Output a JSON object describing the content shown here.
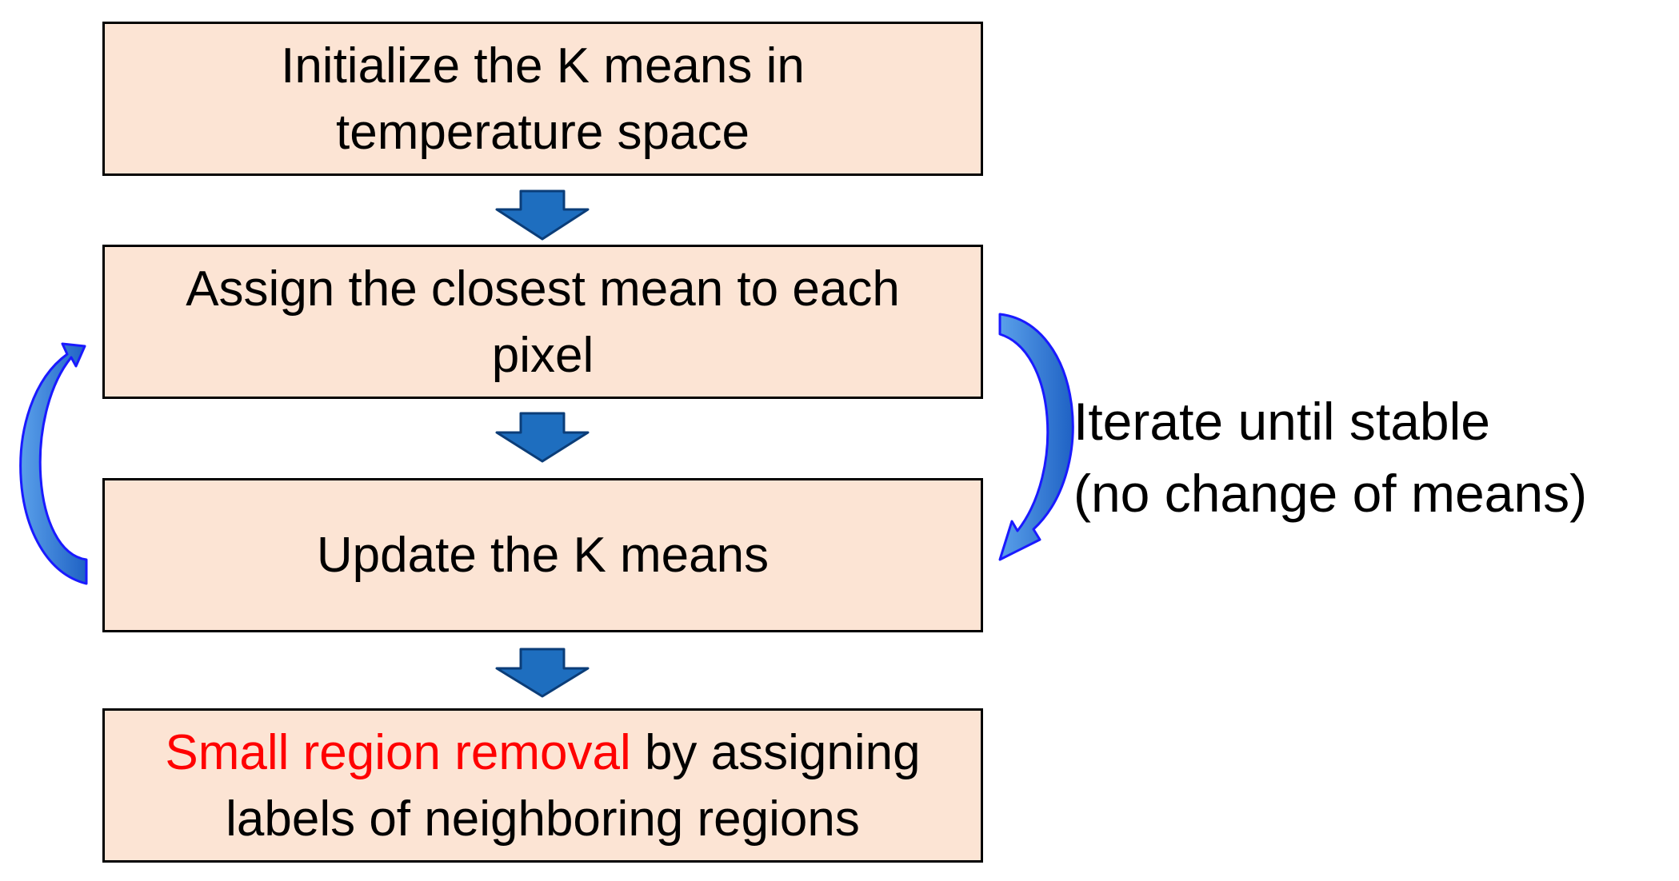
{
  "diagram": {
    "steps": [
      {
        "id": "initialize",
        "line1": "Initialize the K means in",
        "line2": "temperature space"
      },
      {
        "id": "assign",
        "line1": "Assign the closest mean to each",
        "line2": "pixel"
      },
      {
        "id": "update",
        "line1": "Update the K means"
      },
      {
        "id": "removal",
        "line1_highlight": "Small region removal",
        "line1_rest": " by assigning",
        "line2": "labels of neighboring regions"
      }
    ],
    "loop_note": {
      "line1": "Iterate until stable",
      "line2": "(no change of means)"
    },
    "colors": {
      "box_fill": "#fce4d4",
      "box_border": "#000000",
      "down_arrow_fill": "#1e6ebf",
      "down_arrow_stroke": "#0b3d78",
      "loop_arrow_fill": "#2f7fd6",
      "loop_arrow_stroke": "#1a1aff",
      "highlight_text": "#ff0000"
    },
    "connectors": [
      {
        "from": "initialize",
        "to": "assign",
        "icon": "down-arrow"
      },
      {
        "from": "assign",
        "to": "update",
        "icon": "down-arrow"
      },
      {
        "from": "update",
        "to": "removal",
        "icon": "down-arrow"
      },
      {
        "from": "update",
        "to": "assign",
        "icon": "curved-loop-arrow",
        "side": "left"
      },
      {
        "from": "assign",
        "to": "update",
        "icon": "curved-loop-arrow",
        "side": "right"
      }
    ]
  }
}
